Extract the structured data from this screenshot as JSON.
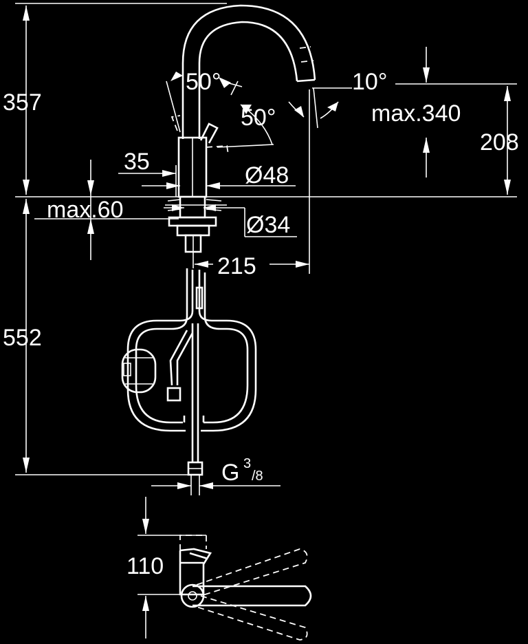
{
  "drawing": {
    "colors": {
      "background": "#000000",
      "line": "#ffffff"
    },
    "dimensions": {
      "height_upper": "357",
      "height_lower": "552",
      "spout_height": "208",
      "max_340": "max.340",
      "angle_10": "10°",
      "angle_50_top": "50°",
      "angle_50_side": "50°",
      "d35": "35",
      "d48": "Ø48",
      "max_60": "max.60",
      "d34": "Ø34",
      "reach_215": "215",
      "thread_g": "G",
      "thread_num": "3",
      "thread_den": "/8",
      "d110": "110"
    }
  }
}
